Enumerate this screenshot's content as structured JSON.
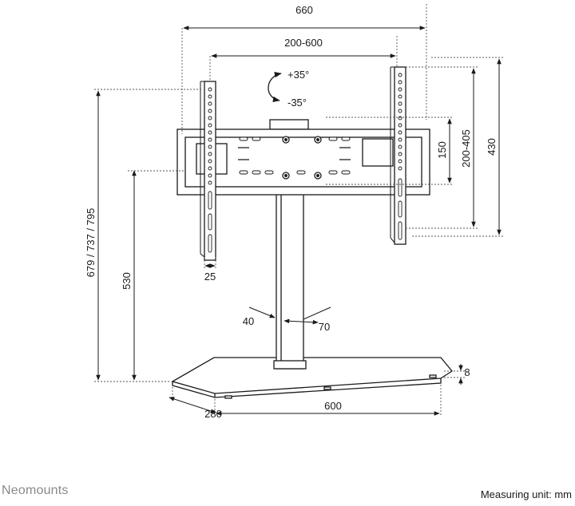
{
  "brand": "Neomounts",
  "measuring_unit": "Measuring unit: mm",
  "dimensions": {
    "overall_width": "660",
    "vesa_width": "200-600",
    "tilt_up": "+35°",
    "tilt_down": "-35°",
    "mount_height": "150",
    "vesa_height": "200-405",
    "bracket_height": "430",
    "overall_height": "679 / 737 / 795",
    "column_height": "530",
    "arm_width": "25",
    "column_depth": "40",
    "column_width": "70",
    "base_thickness": "8",
    "base_depth": "280",
    "base_width": "600"
  },
  "colors": {
    "line": "#1a1a1a",
    "dim_line": "#555555",
    "brand_gray": "#8a8a8a"
  }
}
